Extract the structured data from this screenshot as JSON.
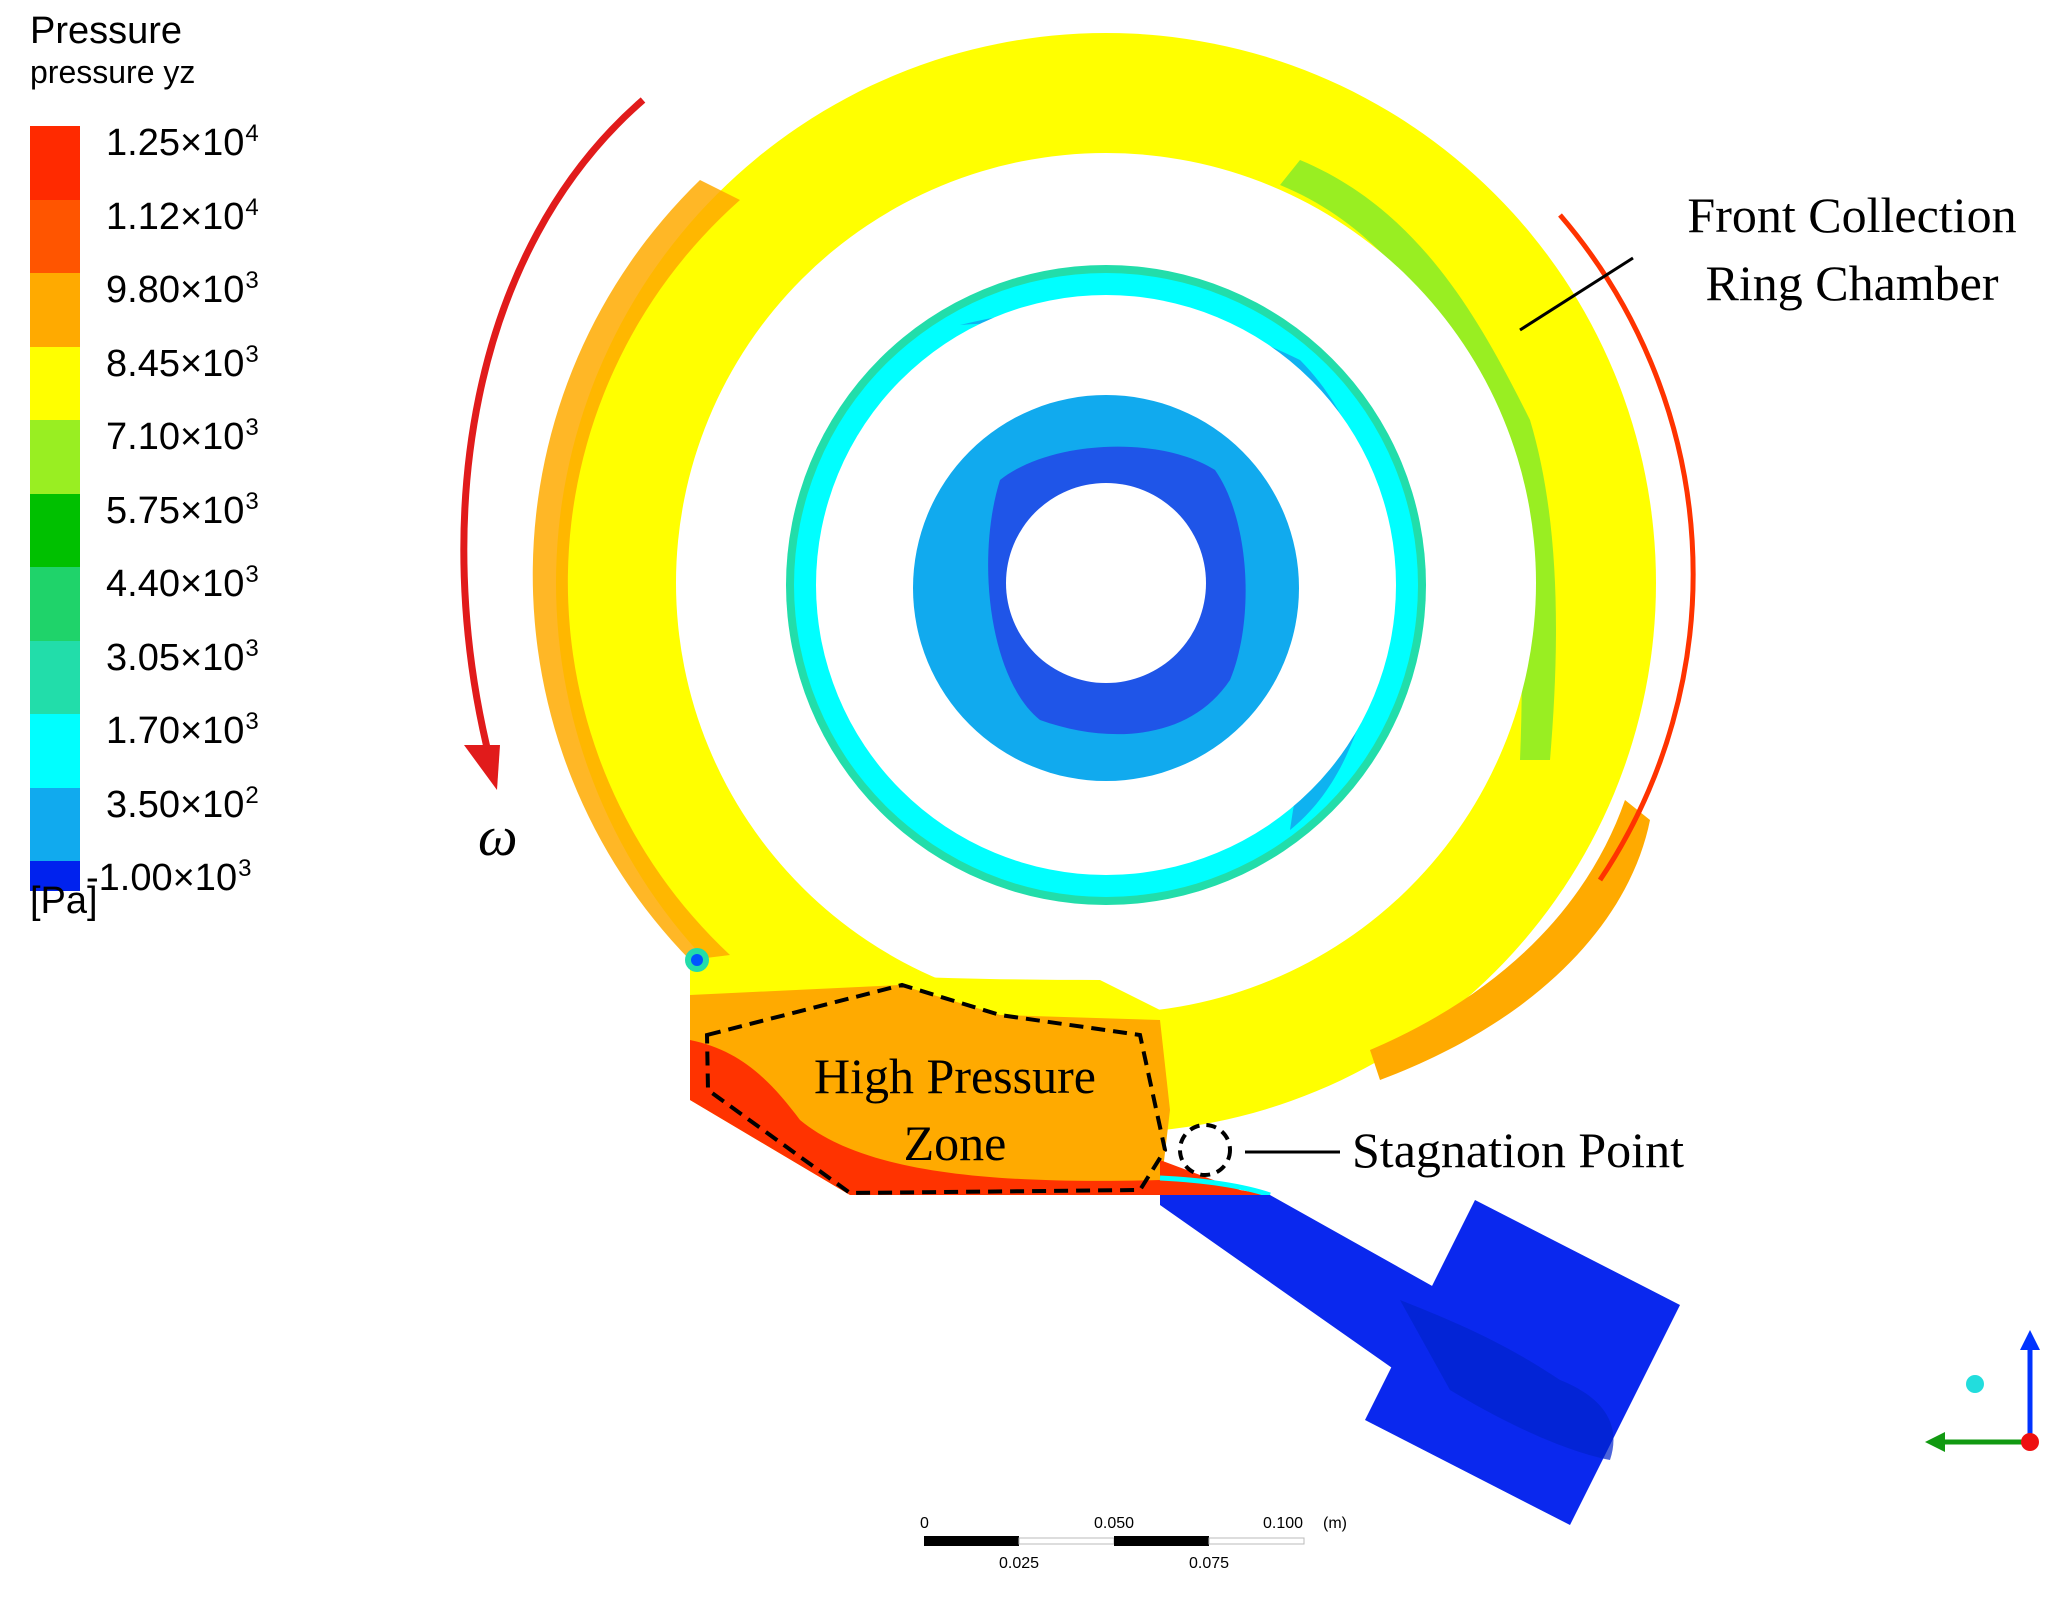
{
  "legend": {
    "title": "Pressure",
    "subtitle": "pressure yz",
    "unit": "[Pa]",
    "levels": [
      {
        "mant": "1.25×10",
        "exp": "4",
        "color": "#ff2a00"
      },
      {
        "mant": "1.12×10",
        "exp": "4",
        "color": "#ff5500"
      },
      {
        "mant": "9.80×10",
        "exp": "3",
        "color": "#ffaa00"
      },
      {
        "mant": "8.45×10",
        "exp": "3",
        "color": "#ffff00"
      },
      {
        "mant": "7.10×10",
        "exp": "3",
        "color": "#99ee22"
      },
      {
        "mant": "5.75×10",
        "exp": "3",
        "color": "#00c000"
      },
      {
        "mant": "4.40×10",
        "exp": "3",
        "color": "#1fd36a"
      },
      {
        "mant": "3.05×10",
        "exp": "3",
        "color": "#22ddaa"
      },
      {
        "mant": "1.70×10",
        "exp": "3",
        "color": "#00ffff"
      },
      {
        "mant": "3.50×10",
        "exp": "2",
        "color": "#11aaee"
      },
      {
        "mant": "-1.00×10",
        "exp": "3",
        "color": "#0055ff"
      }
    ],
    "bottom_color": "#0022ee"
  },
  "annotations": {
    "omega": "ω",
    "front_line1": "Front Collection",
    "front_line2": "Ring Chamber",
    "hpz_line1": "High Pressure",
    "hpz_line2": "Zone",
    "stagnation": "Stagnation Point"
  },
  "scale_bar": {
    "top_labels": [
      "0",
      "0.050",
      "0.100",
      "(m)"
    ],
    "bottom_labels": [
      "0.025",
      "0.075"
    ]
  },
  "colors": {
    "arrow": "#e11b1b",
    "yellow": "#ffff00",
    "orange": "#ffaa00",
    "red": "#ff3300",
    "green_band": "#99ee22",
    "cyan": "#00ffff",
    "light_blue": "#11aaee",
    "mid_blue": "#1f55e8",
    "deep_blue": "#0a28ee"
  }
}
